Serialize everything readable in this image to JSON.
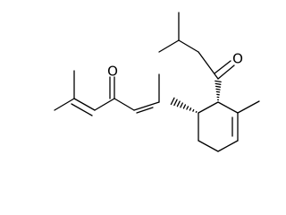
{
  "molecule": {
    "atoms": [
      {
        "id": "ketone-oxygen-left",
        "symbol": "O"
      },
      {
        "id": "ketone-oxygen-right",
        "symbol": "O"
      }
    ],
    "colors": {
      "bond": "#000000",
      "label": "#000000",
      "background": "#ffffff"
    }
  }
}
